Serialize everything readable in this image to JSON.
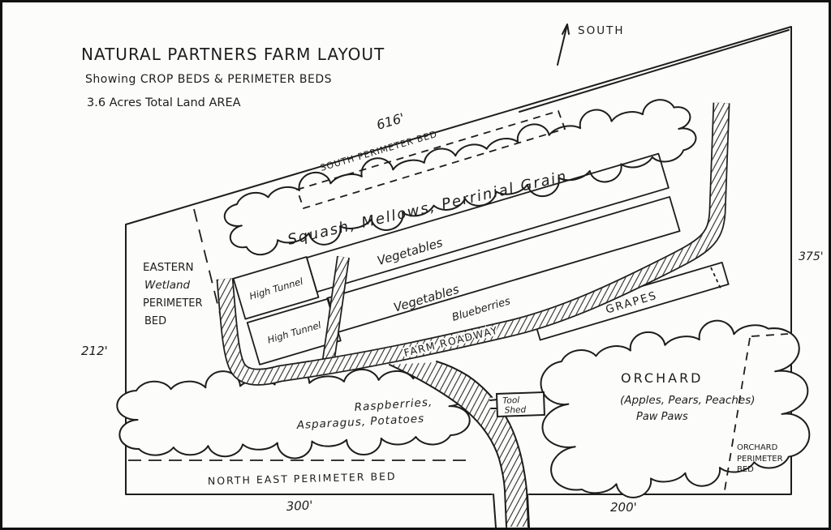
{
  "diagram": {
    "title_lines": [
      "NATURAL PARTNERS FARM LAYOUT",
      "Showing CROP BEDS & PERIMETER BEDS",
      "3.6 Acres Total Land AREA"
    ],
    "compass_label": "SOUTH",
    "dimensions": {
      "south_boundary": "616'",
      "east_boundary": "375'",
      "west_boundary": "212'",
      "north_boundary_left": "300'",
      "north_boundary_right": "200'"
    },
    "perimeter_beds": {
      "south": "SOUTH PERIMETER BED",
      "eastern_lines": [
        "EASTERN",
        "Wetland",
        "PERIMETER",
        "BED"
      ],
      "northeast": "NORTH EAST PERIMETER BED",
      "orchard_lines": [
        "ORCHARD",
        "PERIMETER",
        "BED"
      ]
    },
    "crop_areas": {
      "squash_bed": "Squash, Mellows, Perrinial Grain",
      "vegetables_bed_1": "Vegetables",
      "vegetables_bed_2": "Vegetables",
      "blueberries": "Blueberries",
      "grapes": "GRAPES",
      "berry_patch_lines": [
        "Raspberries,",
        "Asparagus, Potatoes"
      ],
      "orchard_lines": [
        "ORCHARD",
        "(Apples, Pears, Peaches)",
        "Paw Paws"
      ]
    },
    "structures": {
      "high_tunnel_1": "High Tunnel",
      "high_tunnel_2": "High Tunnel",
      "tool_shed_lines": [
        "Tool",
        "Shed"
      ],
      "farm_roadway": "FARM ROADWAY"
    },
    "ink_color": "#1d1d1d",
    "paper_color": "#fcfcfb"
  }
}
